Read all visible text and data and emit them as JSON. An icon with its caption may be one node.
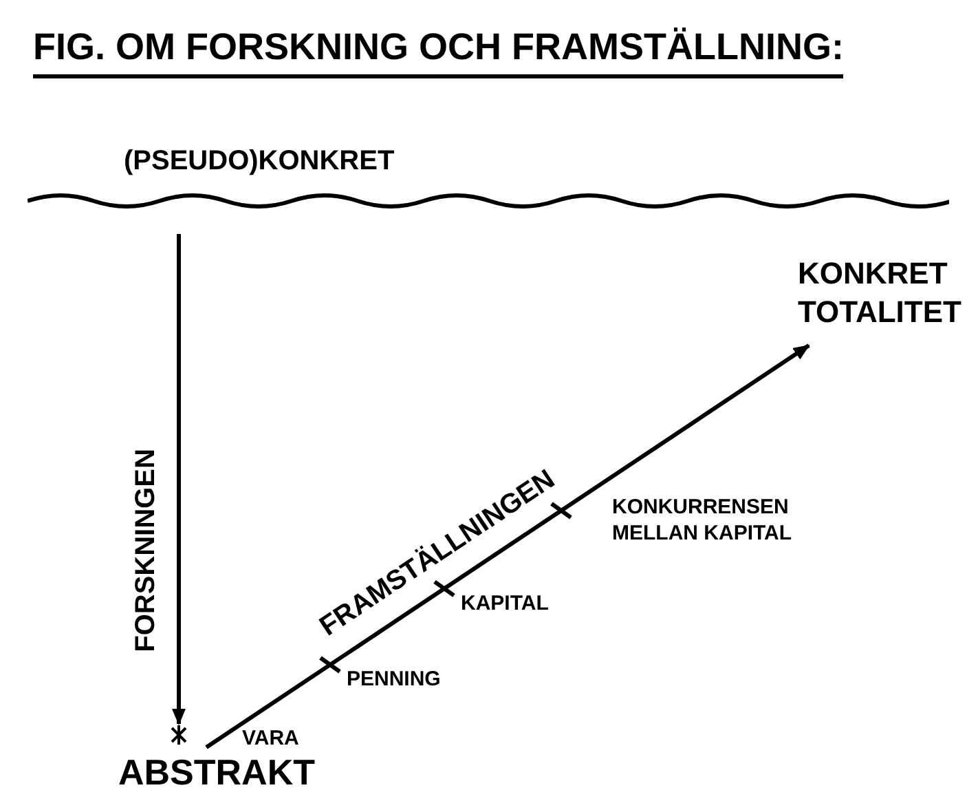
{
  "diagram": {
    "title": "FIG. OM FORSKNING OCH FRAMSTÄLLNING:",
    "nodes": [
      {
        "text": [
          "(PSEUDO)KONKRET"
        ]
      },
      {
        "text": [
          "ABSTRAKT"
        ]
      },
      {
        "text": [
          "KONKRET TOTALITET"
        ]
      }
    ],
    "edges": [
      {
        "from": 0,
        "to": 1,
        "arrow": "to",
        "label": "FORSKNINGEN"
      },
      {
        "from": 1,
        "to": 2,
        "arrow": "to",
        "label": "FRAMSTÄLLNINGEN"
      }
    ],
    "labels": [
      "VARA",
      "PENNING",
      "KAPITAL",
      "KONKURRENSEN MELLAN KAPITAL"
    ]
  }
}
